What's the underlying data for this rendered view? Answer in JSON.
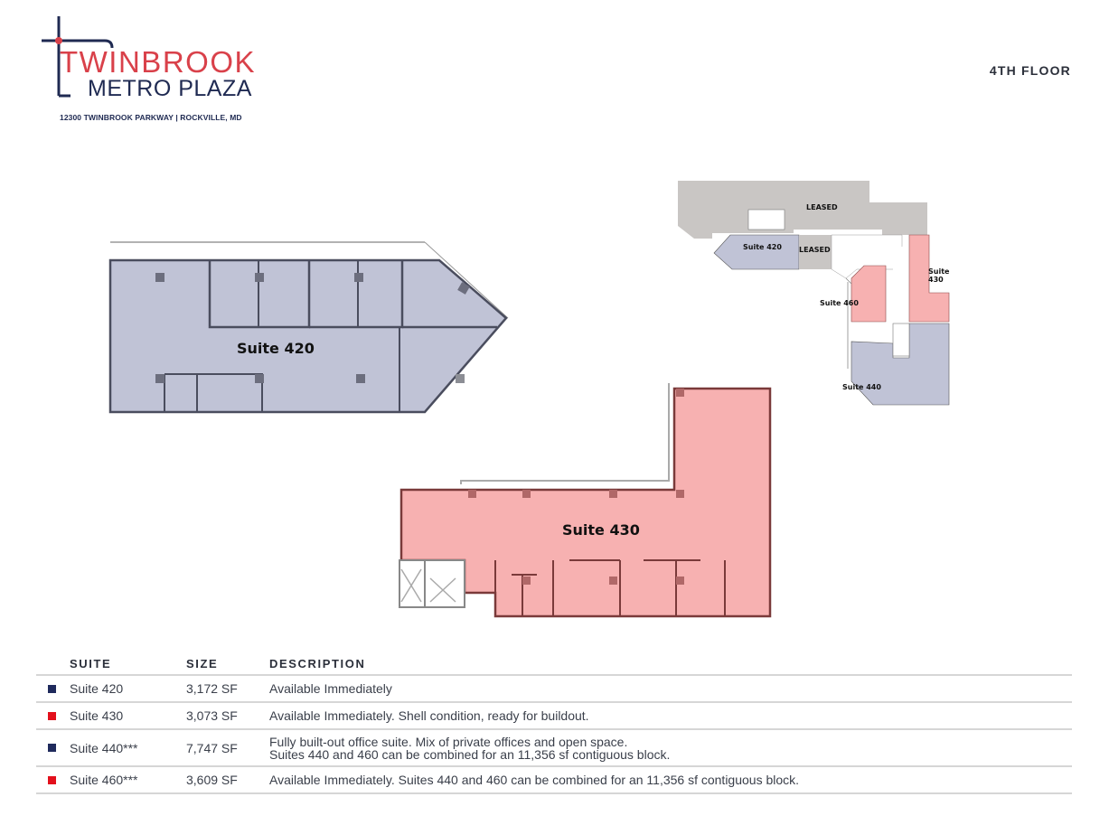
{
  "header": {
    "logo_line1": "TWINBROOK",
    "logo_line2": "METRO PLAZA",
    "address": "12300 TWINBROOK PARKWAY | ROCKVILLE, MD",
    "floor": "4TH FLOOR"
  },
  "colors": {
    "brand_red": "#d9414a",
    "brand_navy": "#1f2a52",
    "suite_blue_fill": "#c0c3d6",
    "suite_red_fill": "#f7b1b1",
    "leased_fill": "#c9c6c4",
    "swatch_navy": "#1f2a5c",
    "swatch_red": "#e3101c"
  },
  "plans": {
    "suite_420_label": "Suite 420",
    "suite_430_label": "Suite 430"
  },
  "key_plan": {
    "leased_top": "LEASED",
    "leased_mid": "LEASED",
    "suite_420": "Suite 420",
    "suite_430": "Suite 430",
    "suite_460": "Suite 460",
    "suite_440": "Suite 440"
  },
  "table": {
    "headers": [
      "SUITE",
      "SIZE",
      "DESCRIPTION"
    ],
    "rows": [
      {
        "swatch": "navy",
        "suite": "Suite 420",
        "size": "3,172 SF",
        "description": "Available Immediately",
        "description2": ""
      },
      {
        "swatch": "red",
        "suite": "Suite 430",
        "size": "3,073 SF",
        "description": "Available Immediately. Shell condition, ready for buildout.",
        "description2": ""
      },
      {
        "swatch": "navy",
        "suite": "Suite 440***",
        "size": "7,747 SF",
        "description": "Fully built-out office suite. Mix of private offices and open space.",
        "description2": "Suites 440 and 460 can be combined for an 11,356 sf contiguous block."
      },
      {
        "swatch": "red",
        "suite": "Suite 460***",
        "size": "3,609 SF",
        "description": "Available Immediately. Suites 440 and 460 can be combined for an 11,356 sf contiguous block.",
        "description2": ""
      }
    ]
  }
}
